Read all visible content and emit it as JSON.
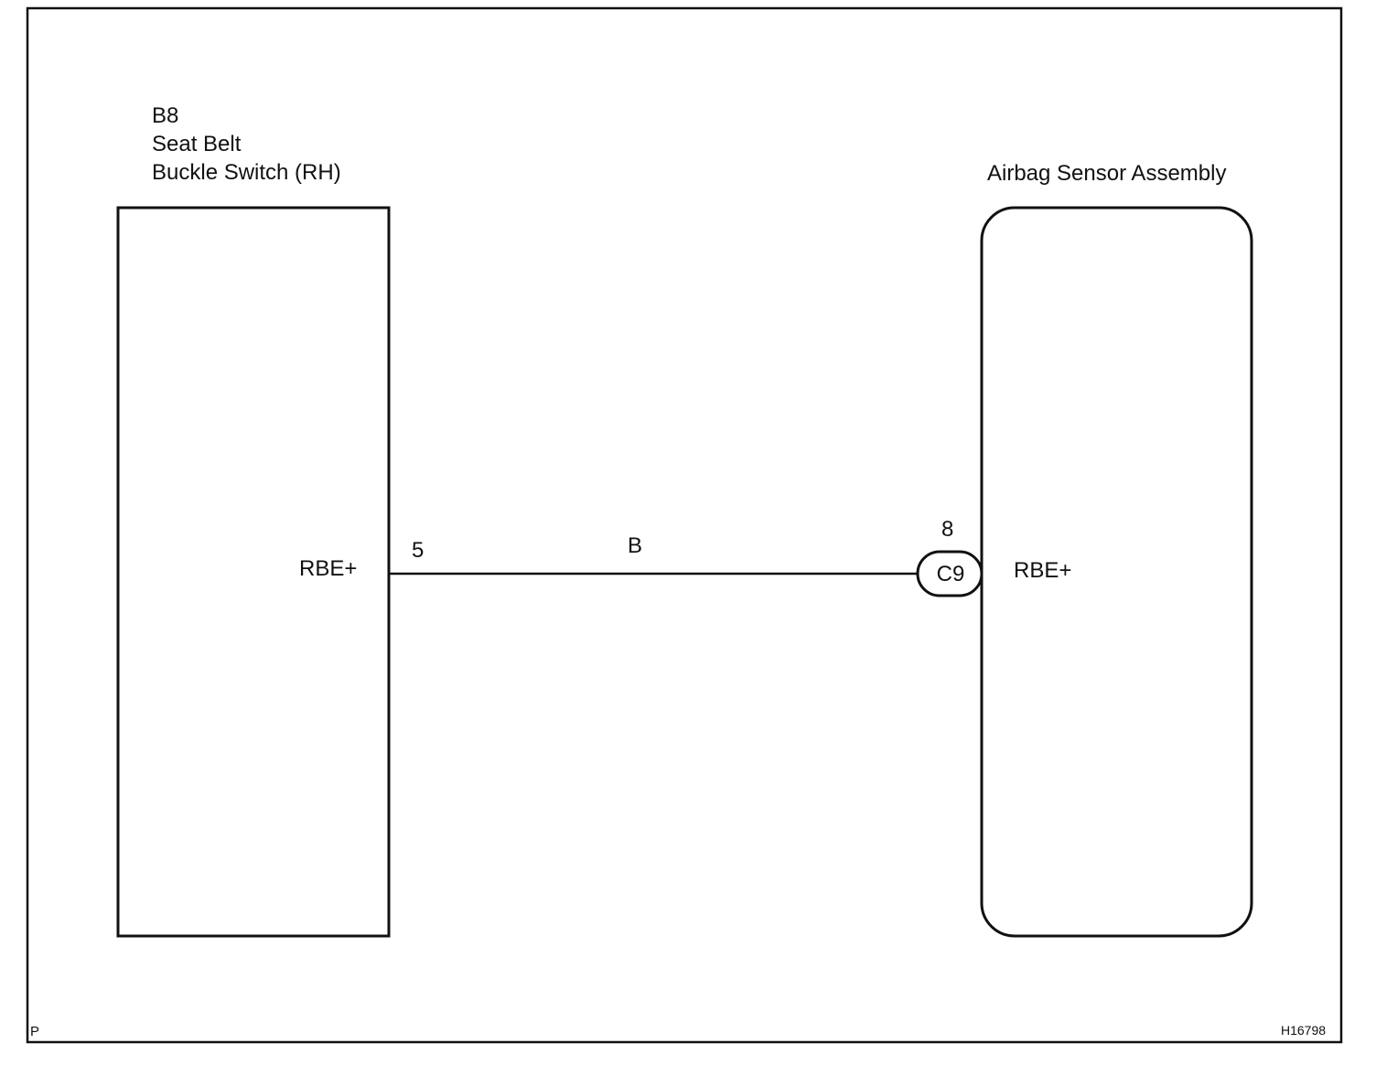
{
  "left_component": {
    "code": "B8",
    "name_line1": "Seat Belt",
    "name_line2": "Buckle Switch (RH)",
    "terminal_name": "RBE+",
    "pin": "5"
  },
  "right_component": {
    "name": "Airbag Sensor Assembly",
    "terminal_name": "RBE+",
    "pin": "8",
    "connector": "C9"
  },
  "wire": {
    "color_code": "B"
  },
  "footer": {
    "left_mark": "P",
    "figure_id": "H16798"
  }
}
